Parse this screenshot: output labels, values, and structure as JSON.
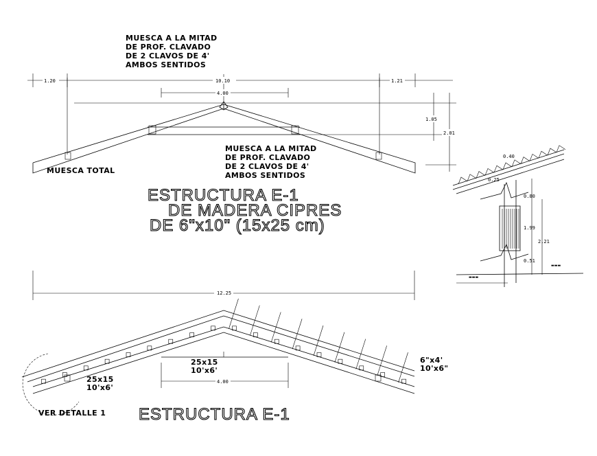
{
  "top_truss": {
    "note_top": [
      "MUESCA A LA MITAD",
      "DE PROF. CLAVADO",
      "DE 2 CLAVOS DE 4'",
      "AMBOS SENTIDOS"
    ],
    "note_mid": [
      "MUESCA A LA MITAD",
      "DE PROF. CLAVADO",
      "DE 2 CLAVOS DE 4'",
      "AMBOS SENTIDOS"
    ],
    "muesca_total": "MUESCA TOTAL",
    "dims": {
      "left_overhang": "1.20",
      "total_span": "10.10",
      "right_overhang": "1.21",
      "tie_length": "4.00",
      "rise_upper": "1.05",
      "rise_total": "2.01"
    }
  },
  "title_top": [
    "ESTRUCTURA E-1",
    "DE MADERA CIPRES",
    "DE 6\"x10\" (15x25 cm)"
  ],
  "detail": {
    "dims": [
      "0.40",
      "0.25",
      "0.80",
      "1.99",
      "2.21",
      "0.51"
    ]
  },
  "bottom_truss": {
    "total_span": "12.25",
    "tie_length": "4.00",
    "label_center": [
      "25x15",
      "10'x6'"
    ],
    "label_left": [
      "25x15",
      "10'x6'"
    ],
    "label_right": [
      "6\"x4'",
      "10'x6\""
    ],
    "ver_detalle": "VER DETALLE 1"
  },
  "title_bottom": "ESTRUCTURA E-1"
}
